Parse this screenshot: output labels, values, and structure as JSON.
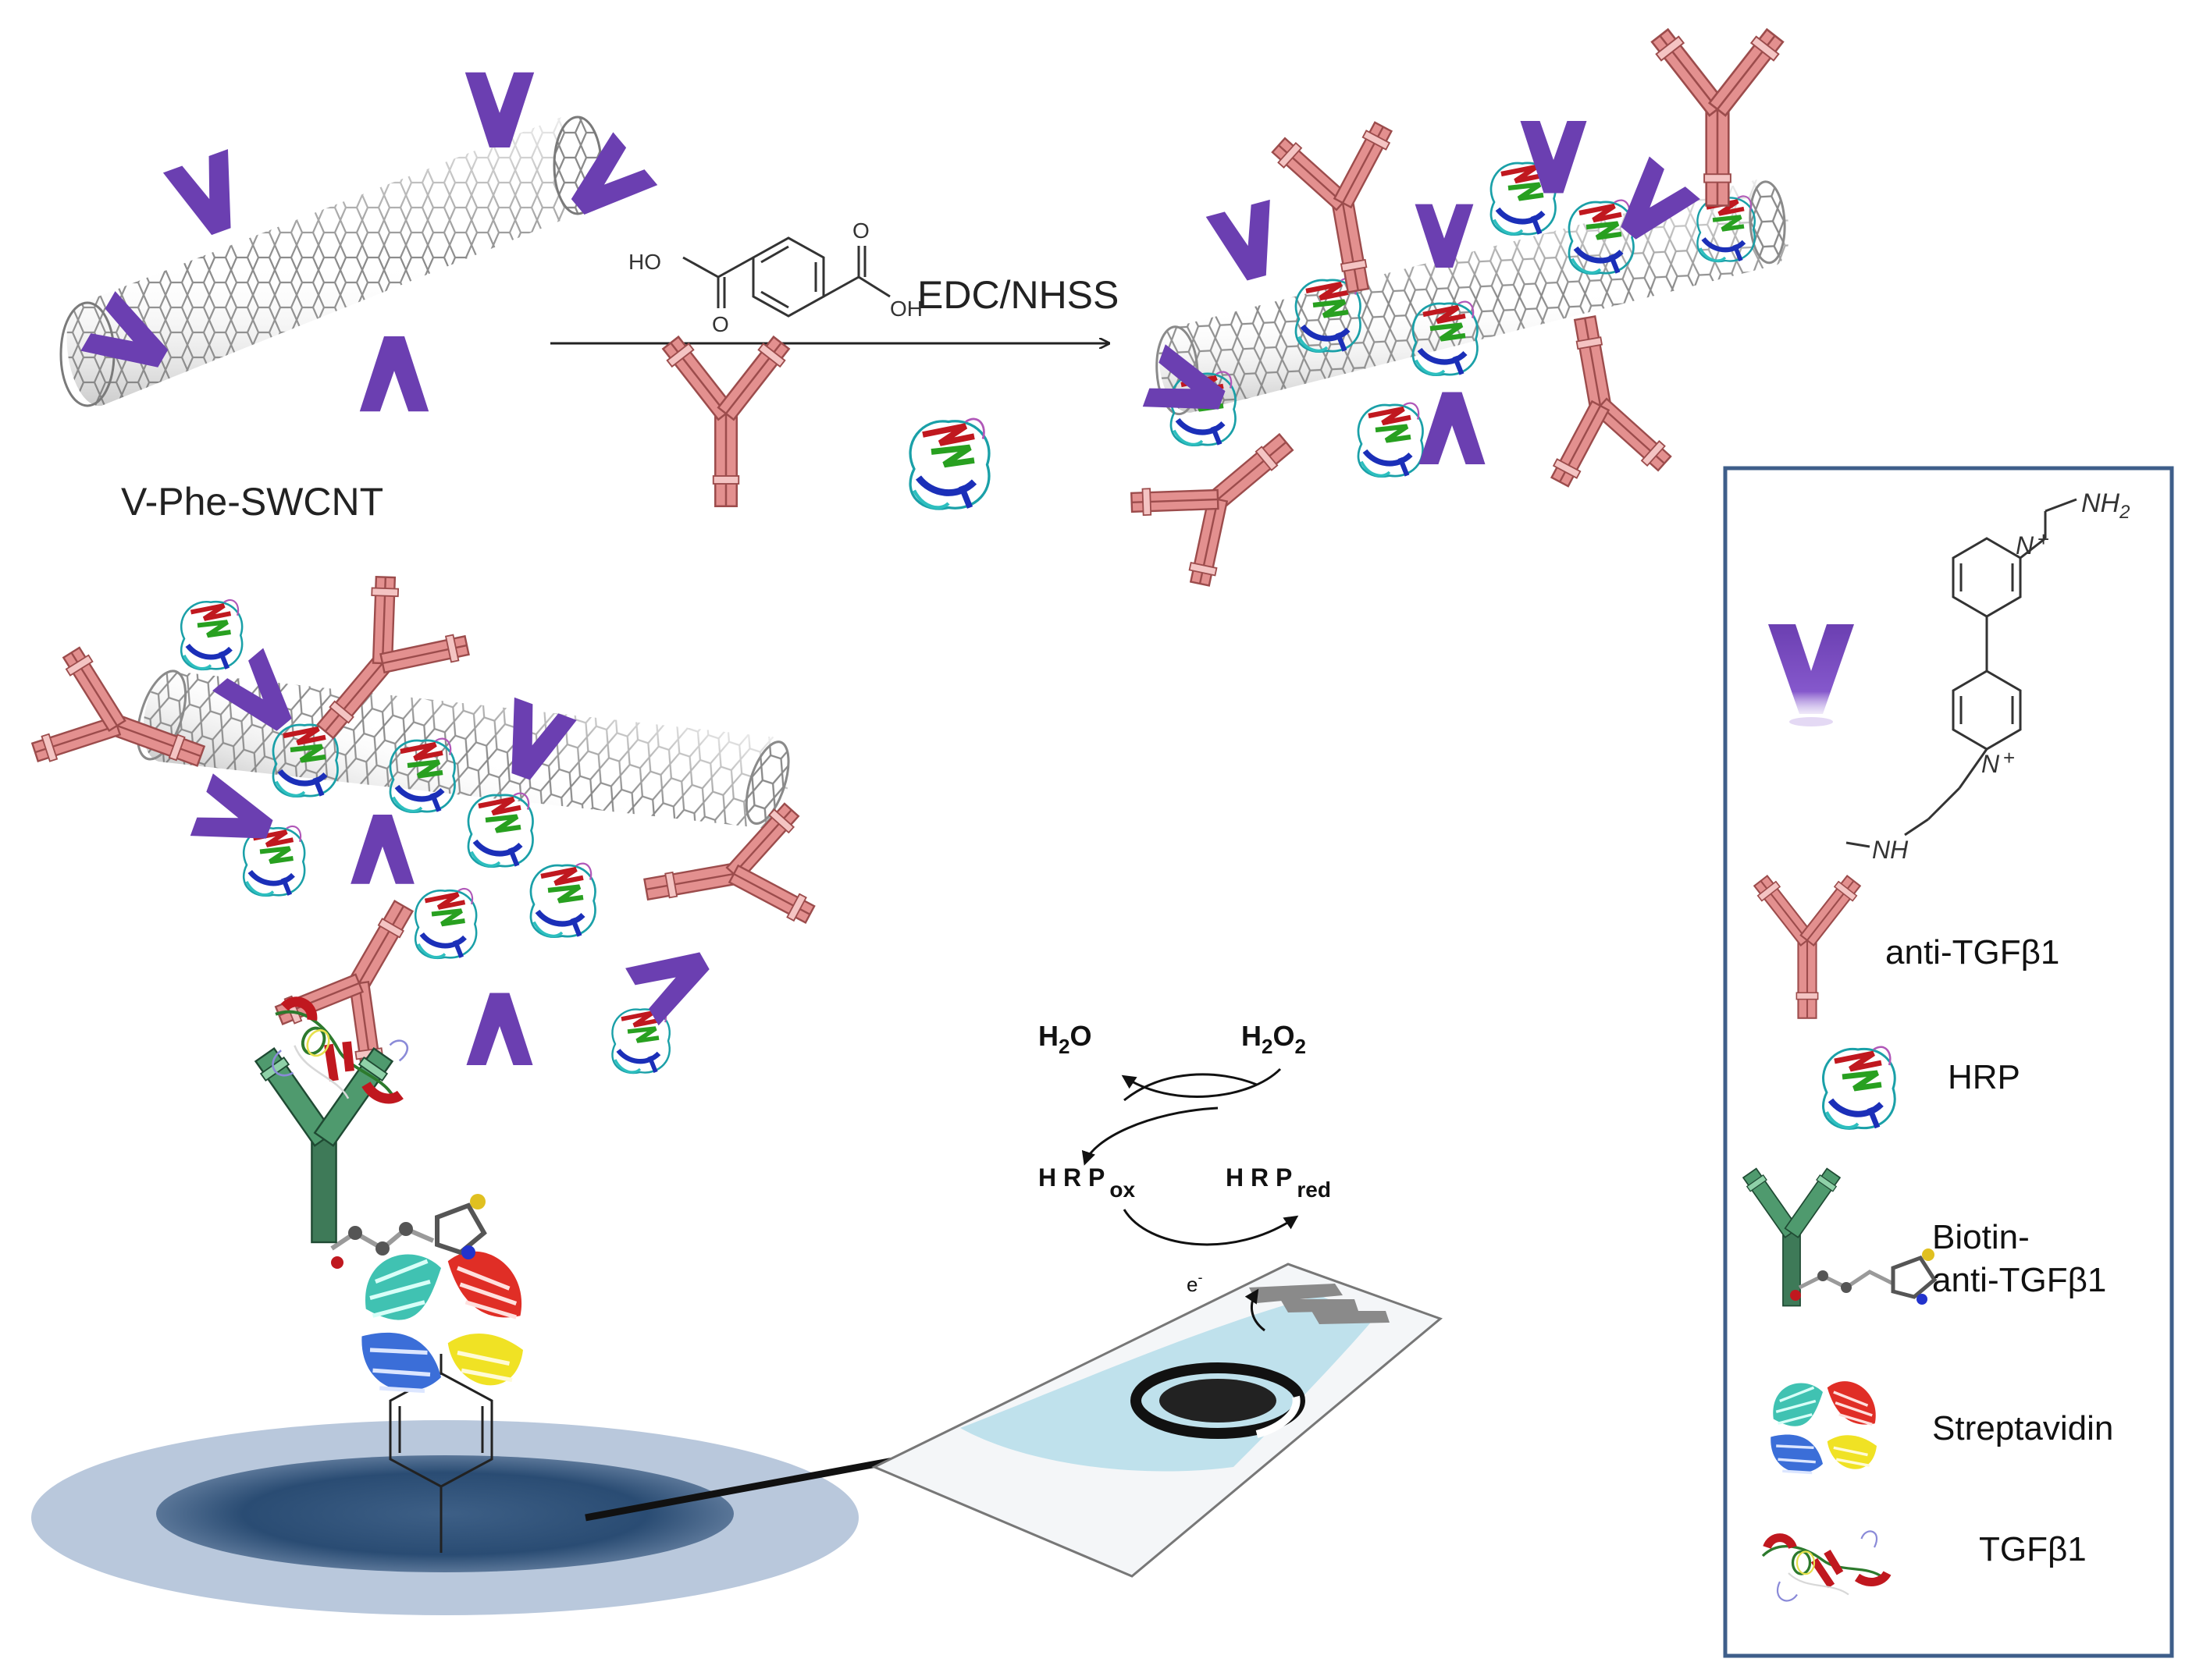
{
  "colors": {
    "viologen": "#6b3fb1",
    "antibody": "#e3908f",
    "antibody_dark": "#9c4c4c",
    "biotin_antibody": "#3e7a58",
    "nanotube": "#8a8a8a",
    "electrode_disk": "#1c3f63",
    "strip": "#bfe1ec",
    "legend_border": "#3e5e8a"
  },
  "icons": [
    "viologen-v-icon",
    "antibody-icon",
    "hrp-enzyme-icon",
    "biotin-antibody-icon",
    "streptavidin-icon",
    "tgfb1-icon"
  ],
  "reaction": {
    "left_reagent": {
      "ho": "HO",
      "o": "O"
    },
    "right_reagent": {
      "oh": "OH",
      "o": "O"
    },
    "conditions": "EDC/NHSS"
  },
  "swcnt_label": "V-Phe-SWCNT",
  "cycle": {
    "h2o": {
      "base": "H",
      "sub": "2",
      "tail": "O"
    },
    "h2o2": {
      "base": "H",
      "sub1": "2",
      "mid": "O",
      "sub2": "2"
    },
    "hrp_ox": {
      "base": "H R P",
      "sub": "ox"
    },
    "hrp_red": {
      "base": "H R P",
      "sub": "red"
    },
    "electron": {
      "base": "e",
      "sup": "-"
    }
  },
  "legend": {
    "viologen_structure": {
      "nh2": "NH",
      "nh2_sub": "2",
      "n_plus_top": "N",
      "plus": "+",
      "n_plus_bottom": "N",
      "nh": "NH"
    },
    "items": [
      {
        "label": "anti-TGFβ1"
      },
      {
        "label": "HRP"
      },
      {
        "label": "Biotin-",
        "label2": "anti-TGFβ1"
      },
      {
        "label": "Streptavidin"
      },
      {
        "label": "TGFβ1"
      }
    ]
  }
}
